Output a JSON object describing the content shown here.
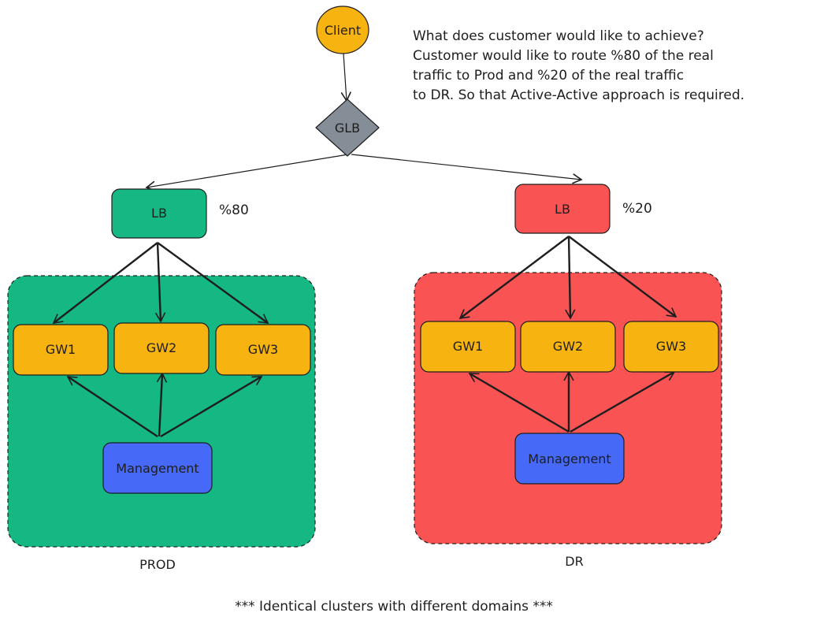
{
  "client": {
    "label": "Client",
    "color": "#f7b30f"
  },
  "glb": {
    "label": "GLB",
    "color": "#858d96"
  },
  "note": {
    "lines": [
      "What does customer would like to achieve?",
      "Customer would like to route %80 of the real",
      "traffic to Prod and %20 of the real traffic",
      "to DR. So that Active-Active approach is required."
    ]
  },
  "prod": {
    "lb_label": "LB",
    "share": "%80",
    "zone_label": "PROD",
    "gateways": [
      "GW1",
      "GW2",
      "GW3"
    ],
    "management_label": "Management",
    "color": "#15b783"
  },
  "dr": {
    "lb_label": "LB",
    "share": "%20",
    "zone_label": "DR",
    "gateways": [
      "GW1",
      "GW2",
      "GW3"
    ],
    "management_label": "Management",
    "color": "#f95354"
  },
  "colors": {
    "gateway": "#f7b30f",
    "management": "#4669f8",
    "stroke": "#1e1e1e"
  },
  "footer": "*** Identical clusters with different domains ***"
}
